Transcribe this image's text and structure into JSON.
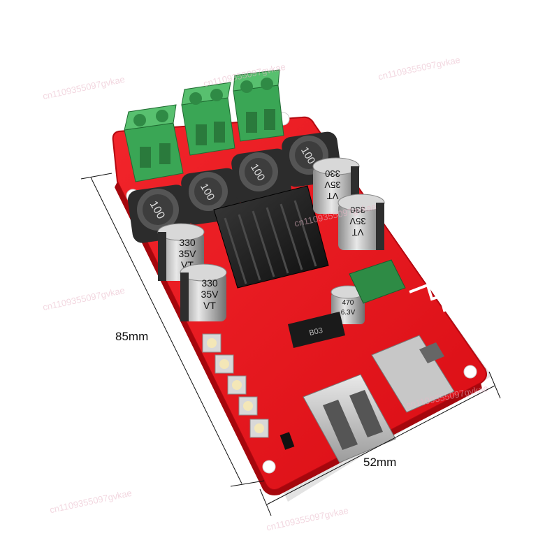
{
  "dimensions": {
    "height_label": "85mm",
    "width_label": "52mm"
  },
  "components": {
    "inductor_label": "100",
    "capacitor_lines": [
      "330",
      "35V",
      "VT"
    ],
    "small_cap_lines": [
      "470",
      "6.3V"
    ],
    "chip_label": "B03"
  },
  "watermark": {
    "text": "cn1109355097gvkae"
  },
  "colors": {
    "board": "#e8121a",
    "terminal": "#3aa655",
    "heatsink": "#1c1c1c"
  }
}
